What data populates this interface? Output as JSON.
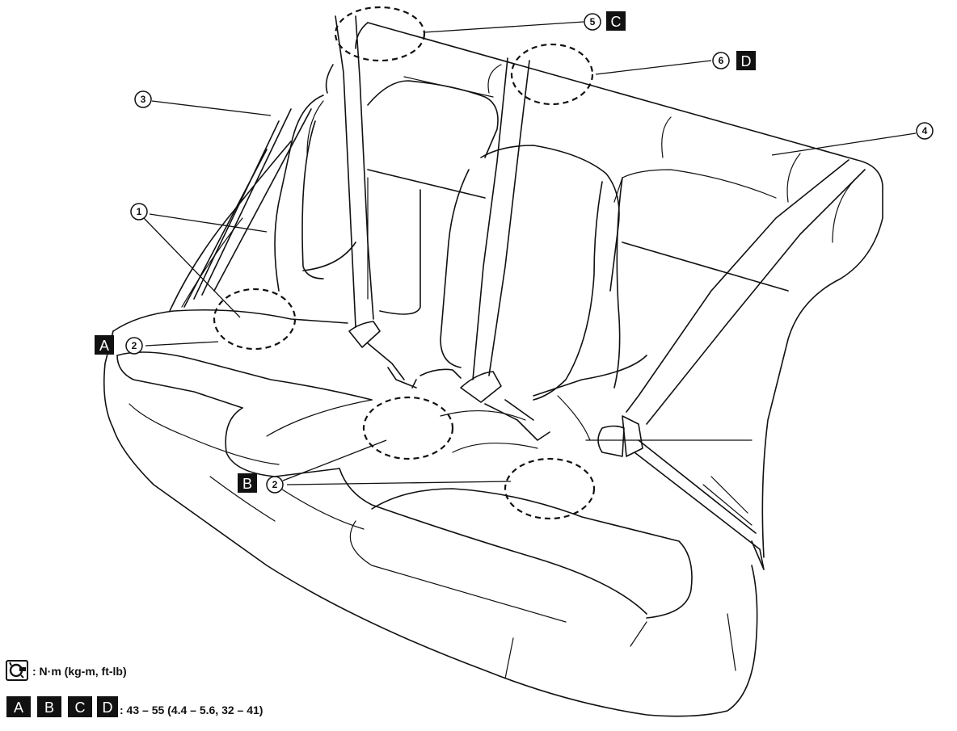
{
  "callouts": {
    "c1": "1",
    "c2a": "2",
    "c2b": "2",
    "c3": "3",
    "c4": "4",
    "c5": "5",
    "c6": "6"
  },
  "boxes": {
    "a": "A",
    "b": "B",
    "c": "C",
    "d": "D"
  },
  "legend": {
    "unit_text": ": N·m (kg-m, ft-lb)",
    "keys": [
      "A",
      "B",
      "C",
      "D"
    ],
    "torque_text": ": 43 – 55 (4.4 – 5.6, 32 – 41)"
  },
  "icons": {
    "torque": "torque-wrench-icon"
  }
}
